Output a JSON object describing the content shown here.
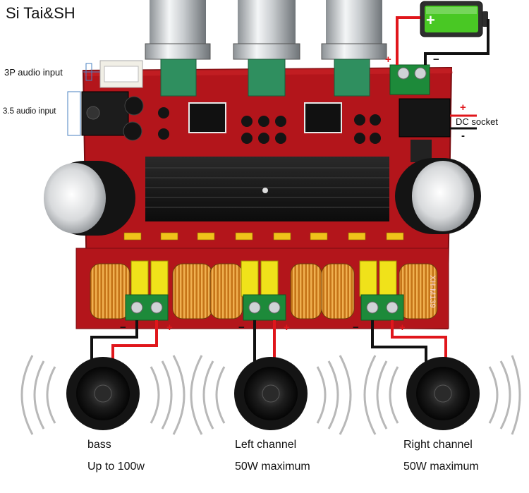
{
  "brand": "Si Tai&SH",
  "labels": {
    "audio_3p": "3P audio input",
    "audio_35": "3.5 audio input",
    "dc_socket": "DC socket"
  },
  "board_text": {
    "model": "XH-M139"
  },
  "signs": {
    "plus": "+",
    "minus": "−",
    "minus_short": "-"
  },
  "speakers": [
    {
      "name": "bass",
      "power": "Up to 100w"
    },
    {
      "name": "Left channel",
      "power": "50W maximum"
    },
    {
      "name": "Right channel",
      "power": "50W maximum"
    }
  ],
  "colors": {
    "pcb": "#b4161c",
    "heatsink": "#1a1a1a",
    "terminal": "#1d8a3a",
    "coil": "#c87a1c",
    "cap_yellow": "#f0e21a",
    "wire_red": "#e0161b",
    "wire_black": "#111111",
    "battery": "#49c824"
  },
  "icons": {
    "battery": "battery-icon",
    "speaker": "speaker-icon",
    "sound_waves": "sound-waves-icon"
  }
}
